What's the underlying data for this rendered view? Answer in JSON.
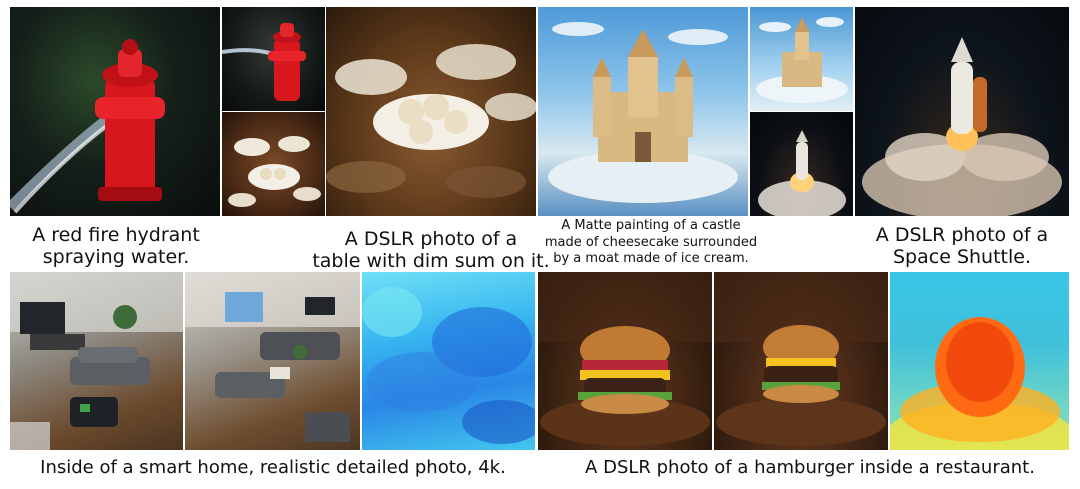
{
  "tiles": {
    "hydrant_big": "fire-hydrant-image",
    "hydrant_small": "fire-hydrant-image",
    "dimsum_small": "dim-sum-image",
    "dimsum_big": "dim-sum-image",
    "castle_big": "castle-image",
    "castle_small": "castle-image",
    "shuttle_small": "space-shuttle-image",
    "shuttle_big": "space-shuttle-image",
    "home_a": "smart-home-image",
    "home_b": "smart-home-image",
    "home_depth": "depth-map-image",
    "burger_a": "hamburger-image",
    "burger_b": "hamburger-image",
    "burger_depth": "depth-map-image"
  },
  "captions": {
    "hydrant": [
      "A red fire hydrant",
      "spraying water."
    ],
    "dimsum": [
      "A DSLR photo of a",
      "table with dim sum on it."
    ],
    "castle": [
      "A Matte painting of a castle",
      "made of cheesecake surrounded",
      "by a moat made of ice cream."
    ],
    "shuttle": [
      "A DSLR photo of a",
      "Space Shuttle."
    ],
    "home": "Inside of a smart home, realistic detailed photo, 4k.",
    "burger": "A DSLR photo of a hamburger inside a restaurant."
  }
}
